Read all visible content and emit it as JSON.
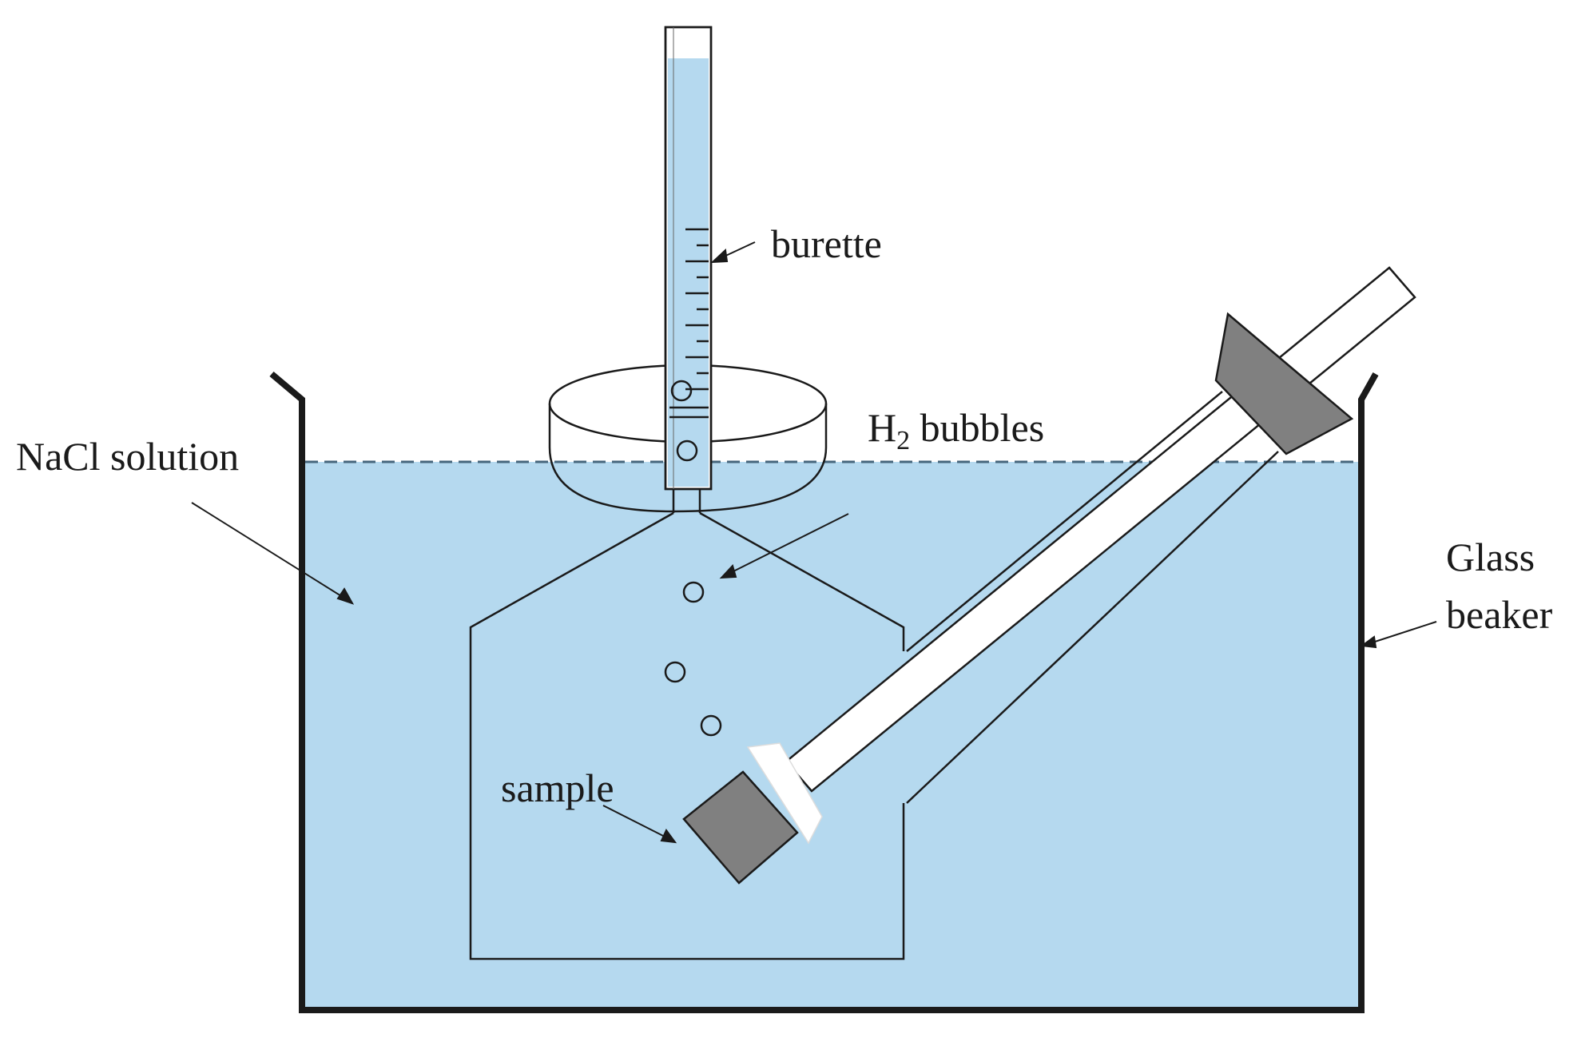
{
  "labels": {
    "burette": "burette",
    "h2_main": "H",
    "h2_sub": "2",
    "h2_rest": " bubbles",
    "nacl": "NaCl solution",
    "glass_line1": "Glass",
    "glass_line2": "beaker",
    "sample": "sample"
  },
  "colors": {
    "solution": "#b5d9ef",
    "outline": "#1a1a1a",
    "sample_block": "#808080",
    "tube_fill": "#ffffff"
  }
}
